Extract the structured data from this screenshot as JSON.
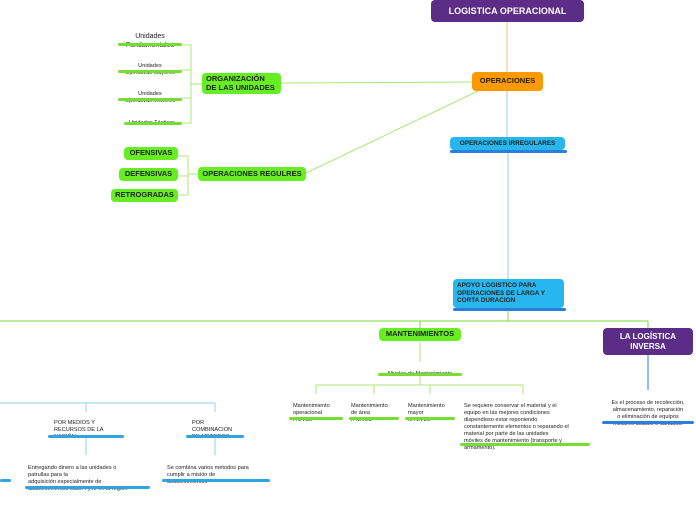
{
  "colors": {
    "purple": "#5b2d86",
    "orange": "#ff9900",
    "green": "#66ee22",
    "blue": "#27b7ee",
    "line_green": "#a8e878",
    "line_orange": "#f5c080",
    "line_blue": "#8ccff0",
    "underline_blue": "#2a7fdc"
  },
  "nodes": {
    "root": "LOGISTICA OPERACIONAL",
    "operaciones": "OPERACIONES",
    "operaciones_irregulares": "OPERACIONES IRREGULARES",
    "organizacion": "ORGANIZACIÓN\nDE LAS UNIDADES",
    "operaciones_regulares": "OPERACIONES REGULRES",
    "apoyo": "APOYO LOGISTICO PARA\nOPERACIONES DE LARGA Y\nCORTA DURACION",
    "mantenimientos": "MANTENIMIENTOS",
    "logistica_inversa": "LA  LOGÍSTICA\nINVERSA"
  },
  "unidades": [
    "Unidades\nFundamentales",
    "Unidades\nOperativas Mayores",
    "Unidades\nOperativas Menores",
    "Unidades Tácticas"
  ],
  "operaciones_tipos": [
    "OFENSIVAS",
    "DEFENSIVAS",
    "RETROGRADAS"
  ],
  "mantenimiento": {
    "niveles_label": "Niveles de Mantenimiento",
    "niveles": [
      "Mantenimiento\noperacional\nI NIVEL",
      "Mantenimiento\nde área\nII NIVEL",
      "Mantenimiento\nmayor\nIII NIVEL"
    ],
    "descripcion": "Se requiere conservar el material y el\nequipo en las  mejores condiciones\ndispendioso estar reponiendo\nconstantemente elementos o reparando el\nmaterial por parte de las unidades\nmóviles de mantenimiento (transporte y\narmamento)."
  },
  "inversa_desc": "Es el proceso de recolección,\nalmacenamiento, reparación\no eliminación de equipos\nmilitares usados o dañados.",
  "abastecimiento": {
    "medios": "POR MEDIOS Y\nRECURSOS DE LA\nNACIÓN",
    "medios_desc": "Entregando dinero a las unidades o\npatrullas para la\n adquisición especialmente de\nabastecimientos clase I y III en la región",
    "combinacion": "POR\nCOMBINACION\nDE MÉTODOS",
    "combinacion_desc": "Se combina varios métodos para\ncumplir a misión de\nabastecimientos"
  }
}
